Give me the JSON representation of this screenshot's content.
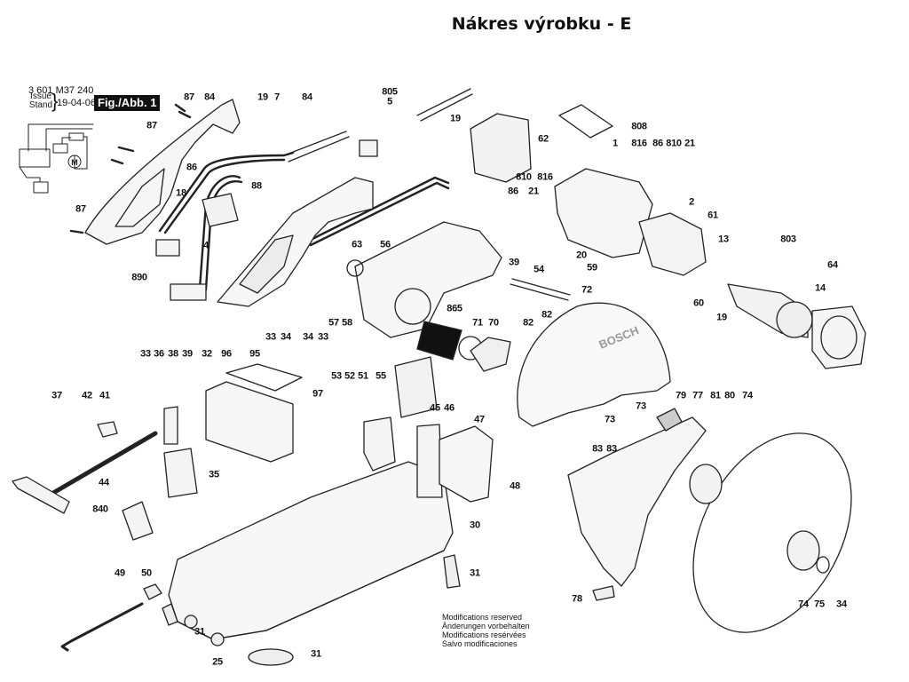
{
  "title": "Nákres výrobku - E",
  "header": {
    "part_number": "3 601 M37 240",
    "issue_label_1": "Issue",
    "issue_label_2": "Stand",
    "issue_date": "19-04-06",
    "figure_label": "Fig./Abb. 1"
  },
  "brand_on_guard": "BOSCH",
  "notes": [
    "Modifications reserved",
    "Änderungen vorbehalten",
    "Modifications resérvées",
    "Salvo modificaciones"
  ],
  "callouts": [
    {
      "label": "87"
    },
    {
      "label": "84"
    },
    {
      "label": "87"
    },
    {
      "label": "86"
    },
    {
      "label": "18"
    },
    {
      "label": "87"
    },
    {
      "label": "4"
    },
    {
      "label": "88"
    },
    {
      "label": "890"
    },
    {
      "label": "19"
    },
    {
      "label": "7"
    },
    {
      "label": "84"
    },
    {
      "label": "805"
    },
    {
      "label": "5"
    },
    {
      "label": "19"
    },
    {
      "label": "62"
    },
    {
      "label": "808"
    },
    {
      "label": "1"
    },
    {
      "label": "816"
    },
    {
      "label": "86"
    },
    {
      "label": "810"
    },
    {
      "label": "21"
    },
    {
      "label": "810"
    },
    {
      "label": "816"
    },
    {
      "label": "86"
    },
    {
      "label": "21"
    },
    {
      "label": "2"
    },
    {
      "label": "20"
    },
    {
      "label": "59"
    },
    {
      "label": "61"
    },
    {
      "label": "13"
    },
    {
      "label": "803"
    },
    {
      "label": "64"
    },
    {
      "label": "14"
    },
    {
      "label": "60"
    },
    {
      "label": "19"
    },
    {
      "label": "63"
    },
    {
      "label": "56"
    },
    {
      "label": "39"
    },
    {
      "label": "54"
    },
    {
      "label": "57"
    },
    {
      "label": "58"
    },
    {
      "label": "865"
    },
    {
      "label": "71"
    },
    {
      "label": "70"
    },
    {
      "label": "82"
    },
    {
      "label": "82"
    },
    {
      "label": "72"
    },
    {
      "label": "33"
    },
    {
      "label": "34"
    },
    {
      "label": "34"
    },
    {
      "label": "33"
    },
    {
      "label": "33"
    },
    {
      "label": "36"
    },
    {
      "label": "38"
    },
    {
      "label": "39"
    },
    {
      "label": "32"
    },
    {
      "label": "96"
    },
    {
      "label": "95"
    },
    {
      "label": "97"
    },
    {
      "label": "53"
    },
    {
      "label": "52"
    },
    {
      "label": "51"
    },
    {
      "label": "55"
    },
    {
      "label": "45"
    },
    {
      "label": "46"
    },
    {
      "label": "47"
    },
    {
      "label": "48"
    },
    {
      "label": "37"
    },
    {
      "label": "42"
    },
    {
      "label": "41"
    },
    {
      "label": "35"
    },
    {
      "label": "44"
    },
    {
      "label": "840"
    },
    {
      "label": "30"
    },
    {
      "label": "31"
    },
    {
      "label": "49"
    },
    {
      "label": "50"
    },
    {
      "label": "31"
    },
    {
      "label": "25"
    },
    {
      "label": "31"
    },
    {
      "label": "73"
    },
    {
      "label": "73"
    },
    {
      "label": "79"
    },
    {
      "label": "77"
    },
    {
      "label": "81"
    },
    {
      "label": "80"
    },
    {
      "label": "74"
    },
    {
      "label": "83"
    },
    {
      "label": "83"
    },
    {
      "label": "78"
    },
    {
      "label": "74"
    },
    {
      "label": "75"
    },
    {
      "label": "34"
    }
  ]
}
